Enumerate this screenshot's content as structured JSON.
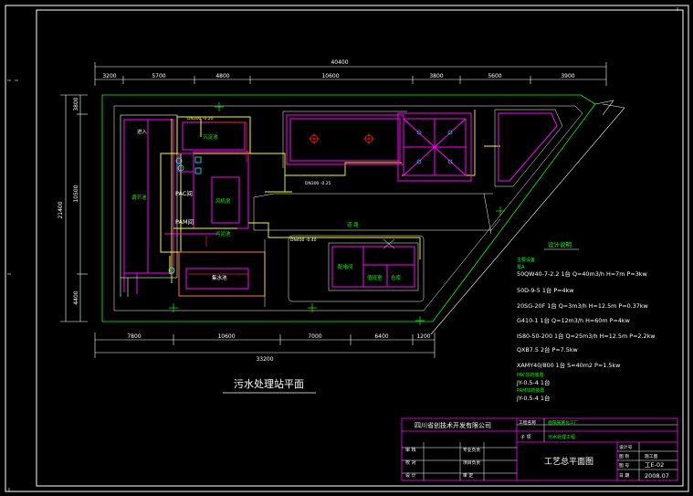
{
  "colors": {
    "frame": "#ffffff",
    "magenta": "#ff00ff",
    "yellow": "#ffff00",
    "green": "#00ff00",
    "cyan": "#00ffff",
    "red": "#ff2020",
    "orange": "#ff8000",
    "blue": "#4060ff"
  },
  "dimensions": {
    "top_total": "40400",
    "top_segments": [
      "3200",
      "5700",
      "4800",
      "10600",
      "3800",
      "5600",
      "3900"
    ],
    "bottom_total": "33200",
    "bottom_segments": [
      "7800",
      "10600",
      "7000",
      "6400",
      "1200"
    ],
    "left_total": "21400",
    "left_segments": [
      "3800",
      "10500",
      "4400"
    ]
  },
  "plan_labels": {
    "inlet": "进入",
    "pac": "PAC间",
    "pam": "PAM间",
    "road": "道 路",
    "dn_top": "DN300 -0.20",
    "dn_mid": "DN300 -0.25",
    "dn_lower": "DN400 -0.40",
    "room_a": "调节池",
    "room_b": "沉淀池",
    "room_c": "风机房",
    "room_d": "污泥池",
    "room_e": "集水池",
    "room_f": "配电间",
    "room_g": "值班室",
    "room_h": "仓库"
  },
  "drawing_title": "污水处理站平面",
  "design_notes": {
    "heading": "设计说明",
    "lines": [
      "主要设备",
      "泵A",
      "50QW40-7-2.2 1台 Q=40m3/h H=7m P=3kw",
      "50D-9-5 1台     P=4kw",
      "20SG-20F 1台    Q=3m3/h H=12.5m P=0.37kw",
      "G410-1 1台      Q=12m3/h H=60m P=4kw",
      "IS80-50-200 1台 Q=25m3/h H=12.5m P=2.2kw",
      "QXB7.5  2台         P=7.5kw",
      "XAMY40/800 1台  S=40m2 P=1.5kw",
      "PAC加药装置",
      "JY-0.5-4 1台",
      "PAM加药装置",
      "JY-0.5-4 1台"
    ]
  },
  "title_block": {
    "company": "四川省创技术开发有限公司",
    "project_label": "工程名称",
    "project_value": "德阳某某化工厂",
    "item_label": "子 项",
    "item_value": "污水处理工程",
    "row_labels": [
      "审 核",
      "校 对",
      "设 计"
    ],
    "mid_labels": [
      "专业负责",
      "项目负责",
      "审 定"
    ],
    "drawing_name": "工艺总平面图",
    "right_labels": [
      "设计号",
      "图 别",
      "图 号",
      "日 期"
    ],
    "right_values": [
      "",
      "施工图",
      "工E-02",
      "2008.07"
    ]
  }
}
